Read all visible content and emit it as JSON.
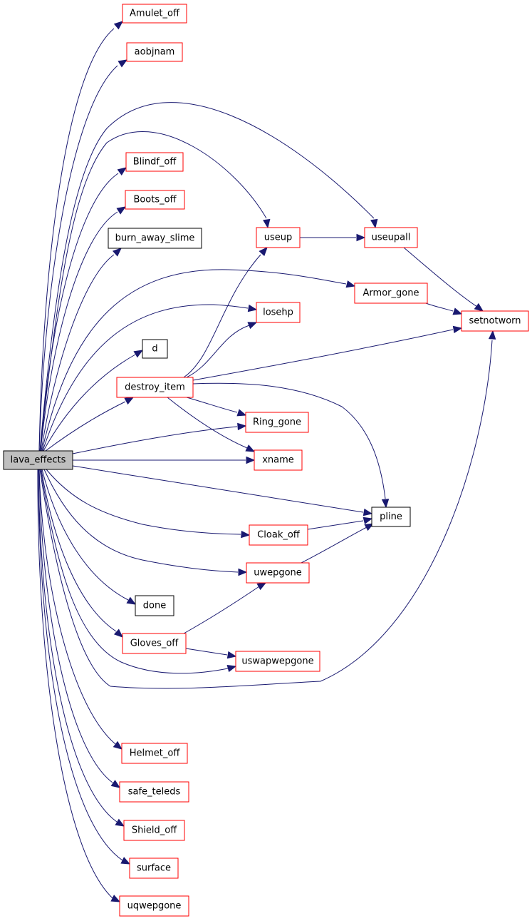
{
  "colors": {
    "edge": "#191970",
    "border_red": "#ff0000",
    "border_black": "#000000",
    "root_fill": "#bfbfbf",
    "node_fill": "#ffffff"
  },
  "nodes": [
    {
      "id": "lava_effects",
      "label": "lava_effects",
      "style": "root"
    },
    {
      "id": "Amulet_off",
      "label": "Amulet_off",
      "style": "red"
    },
    {
      "id": "aobjnam",
      "label": "aobjnam",
      "style": "red"
    },
    {
      "id": "Blindf_off",
      "label": "Blindf_off",
      "style": "red"
    },
    {
      "id": "Boots_off",
      "label": "Boots_off",
      "style": "red"
    },
    {
      "id": "burn_away_slime",
      "label": "burn_away_slime",
      "style": "black"
    },
    {
      "id": "useup",
      "label": "useup",
      "style": "red"
    },
    {
      "id": "useupall",
      "label": "useupall",
      "style": "red"
    },
    {
      "id": "Armor_gone",
      "label": "Armor_gone",
      "style": "red"
    },
    {
      "id": "losehp",
      "label": "losehp",
      "style": "red"
    },
    {
      "id": "setnotworn",
      "label": "setnotworn",
      "style": "red"
    },
    {
      "id": "d",
      "label": "d",
      "style": "black"
    },
    {
      "id": "destroy_item",
      "label": "destroy_item",
      "style": "red"
    },
    {
      "id": "Ring_gone",
      "label": "Ring_gone",
      "style": "red"
    },
    {
      "id": "xname",
      "label": "xname",
      "style": "red"
    },
    {
      "id": "pline",
      "label": "pline",
      "style": "black"
    },
    {
      "id": "Cloak_off",
      "label": "Cloak_off",
      "style": "red"
    },
    {
      "id": "uwepgone",
      "label": "uwepgone",
      "style": "red"
    },
    {
      "id": "done",
      "label": "done",
      "style": "black"
    },
    {
      "id": "Gloves_off",
      "label": "Gloves_off",
      "style": "red"
    },
    {
      "id": "uswapwepgone",
      "label": "uswapwepgone",
      "style": "red"
    },
    {
      "id": "Helmet_off",
      "label": "Helmet_off",
      "style": "red"
    },
    {
      "id": "safe_teleds",
      "label": "safe_teleds",
      "style": "red"
    },
    {
      "id": "Shield_off",
      "label": "Shield_off",
      "style": "red"
    },
    {
      "id": "surface",
      "label": "surface",
      "style": "red"
    },
    {
      "id": "uqwepgone",
      "label": "uqwepgone",
      "style": "red"
    }
  ],
  "edges": [
    [
      "lava_effects",
      "Amulet_off"
    ],
    [
      "lava_effects",
      "aobjnam"
    ],
    [
      "lava_effects",
      "useupall"
    ],
    [
      "lava_effects",
      "useup"
    ],
    [
      "lava_effects",
      "Blindf_off"
    ],
    [
      "lava_effects",
      "Boots_off"
    ],
    [
      "lava_effects",
      "burn_away_slime"
    ],
    [
      "lava_effects",
      "Armor_gone"
    ],
    [
      "lava_effects",
      "losehp"
    ],
    [
      "lava_effects",
      "d"
    ],
    [
      "lava_effects",
      "destroy_item"
    ],
    [
      "lava_effects",
      "Ring_gone"
    ],
    [
      "lava_effects",
      "xname"
    ],
    [
      "lava_effects",
      "pline"
    ],
    [
      "lava_effects",
      "Cloak_off"
    ],
    [
      "lava_effects",
      "uwepgone"
    ],
    [
      "lava_effects",
      "done"
    ],
    [
      "lava_effects",
      "Gloves_off"
    ],
    [
      "lava_effects",
      "uswapwepgone"
    ],
    [
      "lava_effects",
      "setnotworn"
    ],
    [
      "lava_effects",
      "Helmet_off"
    ],
    [
      "lava_effects",
      "safe_teleds"
    ],
    [
      "lava_effects",
      "Shield_off"
    ],
    [
      "lava_effects",
      "surface"
    ],
    [
      "lava_effects",
      "uqwepgone"
    ],
    [
      "useup",
      "useupall"
    ],
    [
      "useupall",
      "setnotworn"
    ],
    [
      "Armor_gone",
      "setnotworn"
    ],
    [
      "destroy_item",
      "useup"
    ],
    [
      "destroy_item",
      "losehp"
    ],
    [
      "destroy_item",
      "setnotworn"
    ],
    [
      "destroy_item",
      "Ring_gone"
    ],
    [
      "destroy_item",
      "xname"
    ],
    [
      "destroy_item",
      "pline"
    ],
    [
      "Cloak_off",
      "pline"
    ],
    [
      "uwepgone",
      "pline"
    ],
    [
      "Gloves_off",
      "uwepgone"
    ],
    [
      "Gloves_off",
      "uswapwepgone"
    ]
  ]
}
